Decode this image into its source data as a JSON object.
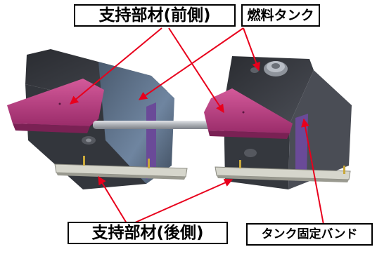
{
  "labels": {
    "front_support": "支持部材(前側)",
    "fuel_tank": "燃料タンク",
    "rear_support": "支持部材(後側)",
    "tank_band": "タンク固定バンド"
  },
  "colors": {
    "arrow": "#e8001c",
    "support_magenta": "#c23c86",
    "tank_dark": "#3a3d44",
    "tank_blue_face": "#5a6e84",
    "band_purple": "#6a4a98",
    "rod_gray": "#b0b4ba",
    "rail_gray": "#c8c8c0"
  }
}
